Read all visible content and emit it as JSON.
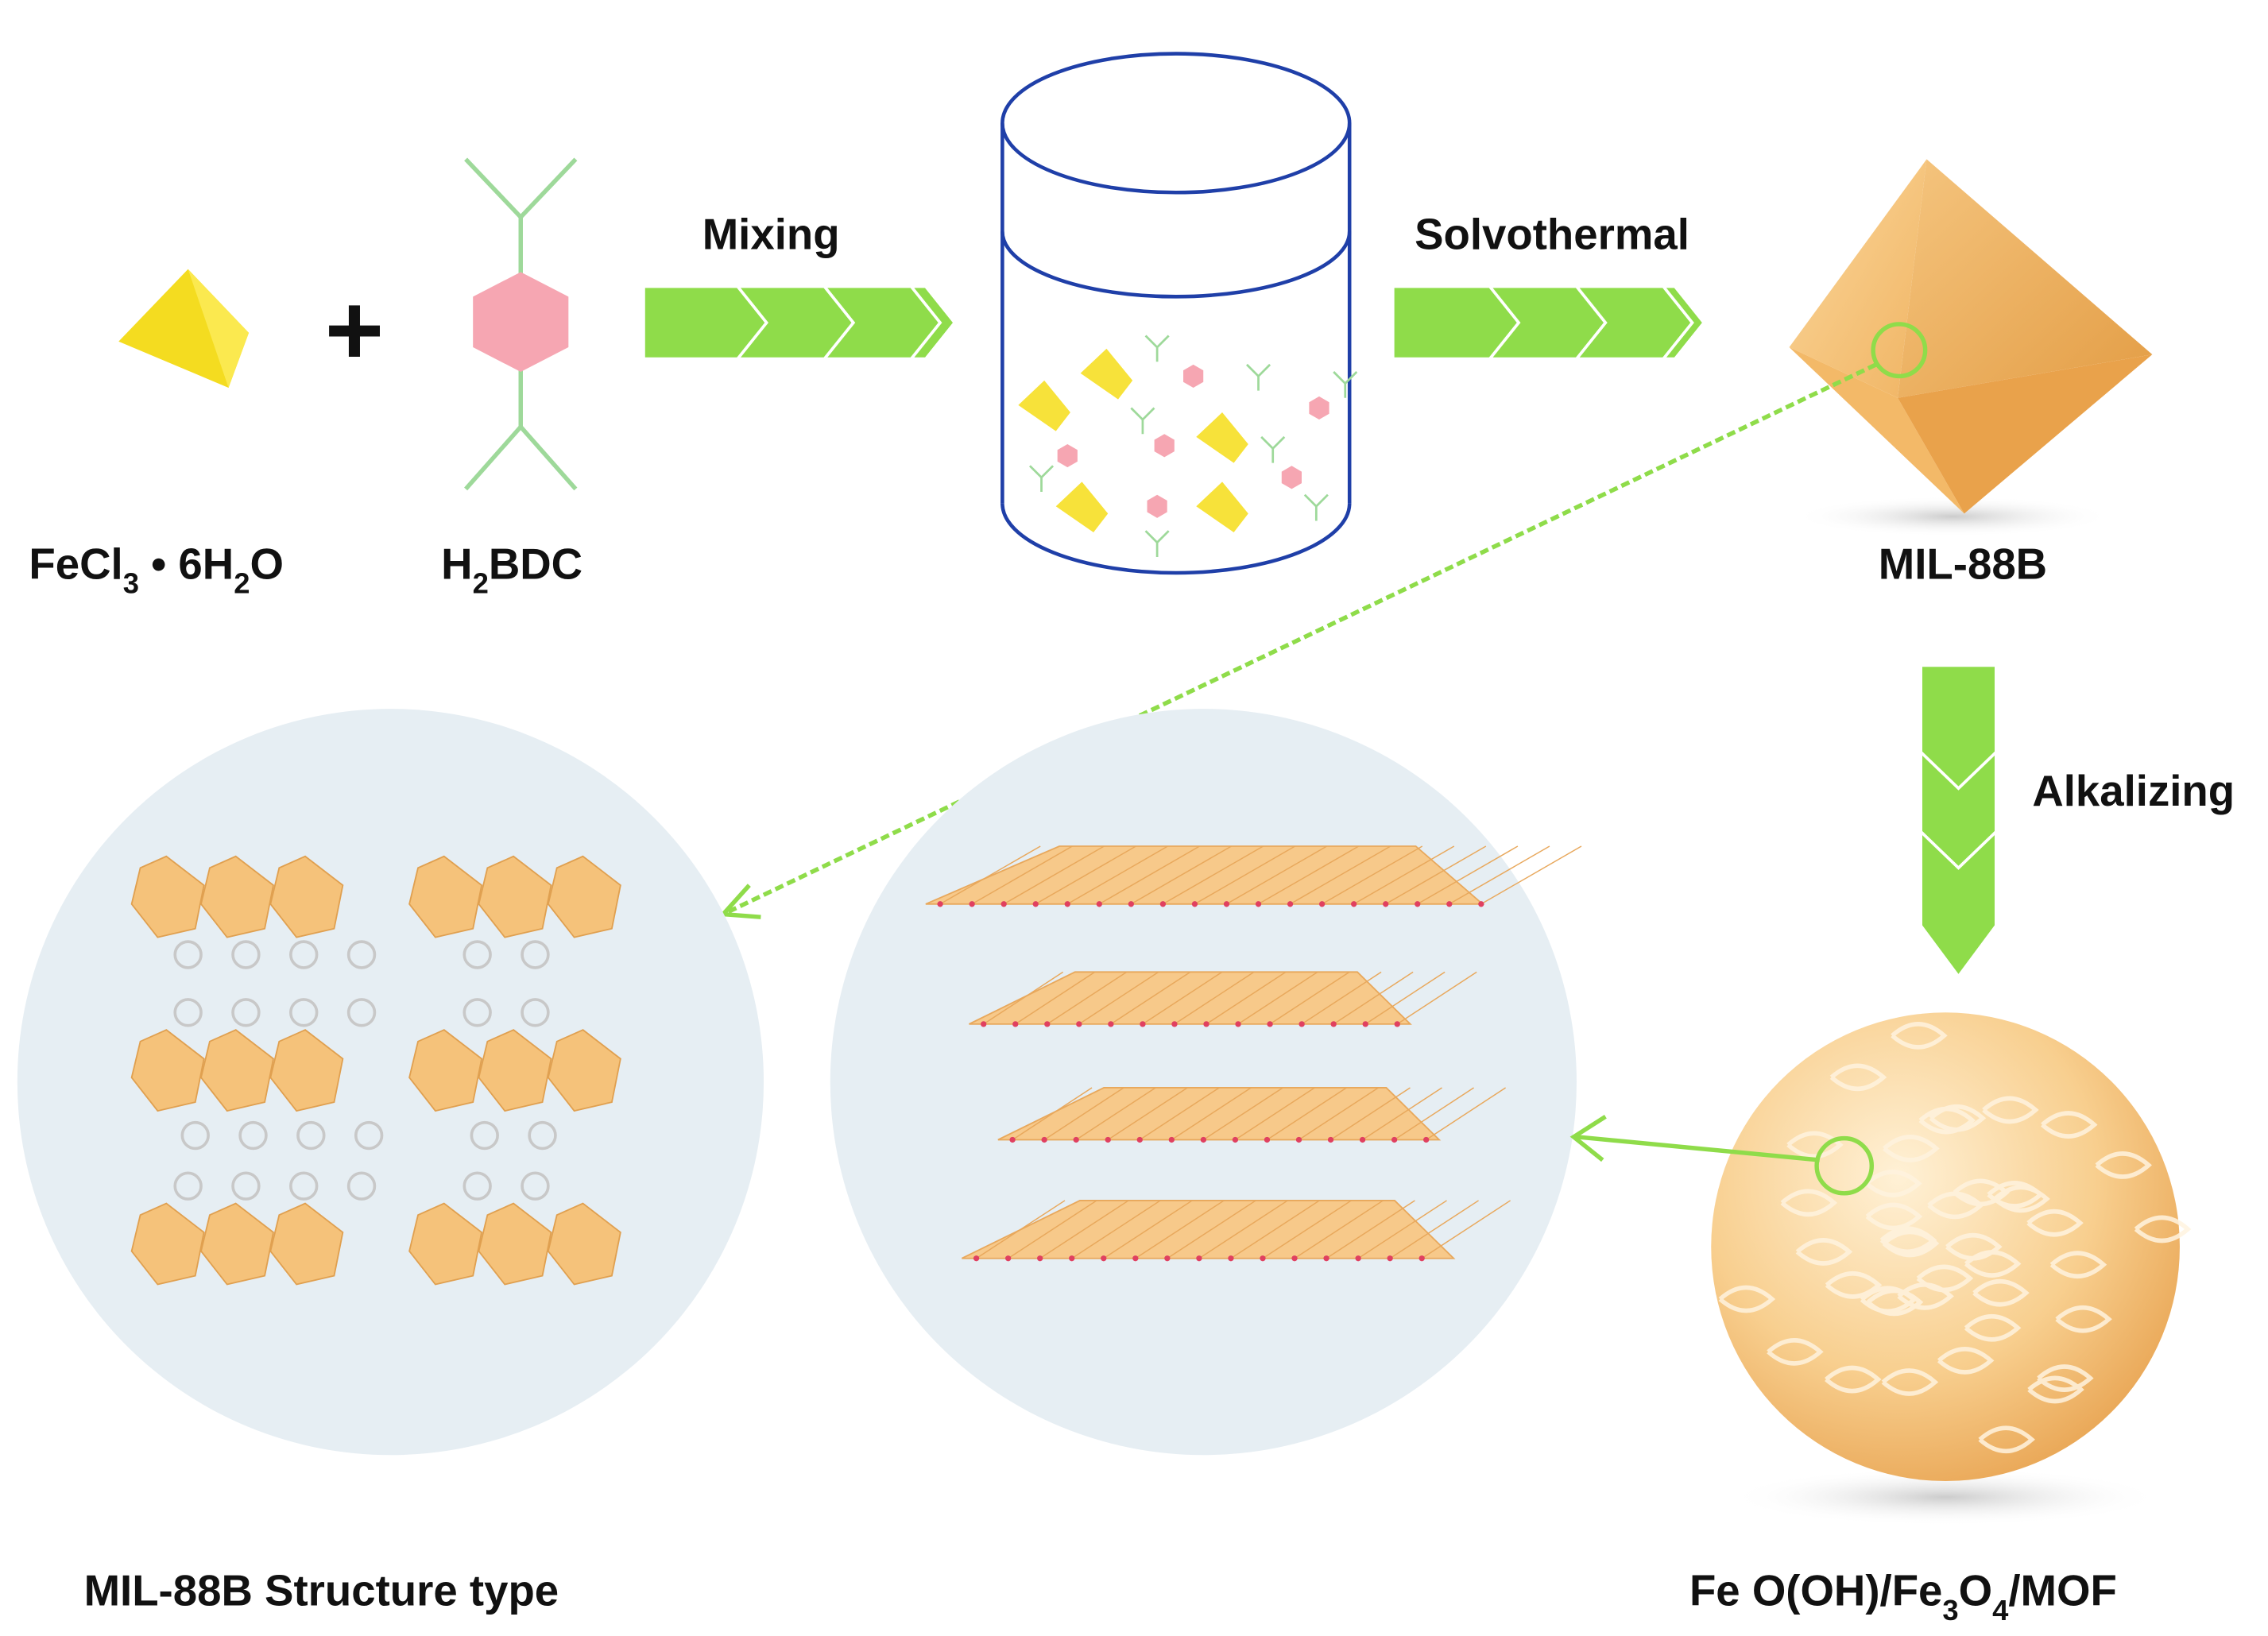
{
  "reagents": {
    "fecl3": {
      "p1": "FeCl",
      "s1": "3",
      "p2": " • 6H",
      "s2": "2",
      "p3": "O"
    },
    "h2bdc": {
      "p1": "H",
      "s1": "2",
      "p2": "BDC"
    },
    "plus": "+"
  },
  "steps": {
    "mixing": "Mixing",
    "solvothermal": "Solvothermal",
    "alkalizing": "Alkalizing"
  },
  "products": {
    "mil88b": "MIL-88B",
    "structure": "MIL-88B Structure type",
    "composite": {
      "p1": "Fe O(OH)/Fe",
      "s1": "3",
      "p2": "O",
      "s2": "4",
      "p3": "/MOF"
    }
  },
  "colors": {
    "arrow_green": "#8fdc4a",
    "octa_orange": "#f5c27a",
    "tetra_yellow": "#f7e23a",
    "hexagon_pink": "#f6a6b2",
    "linker_green": "#9ed99a",
    "circle_bg": "#e6eef3",
    "beaker_blue": "#1f3fa8"
  }
}
